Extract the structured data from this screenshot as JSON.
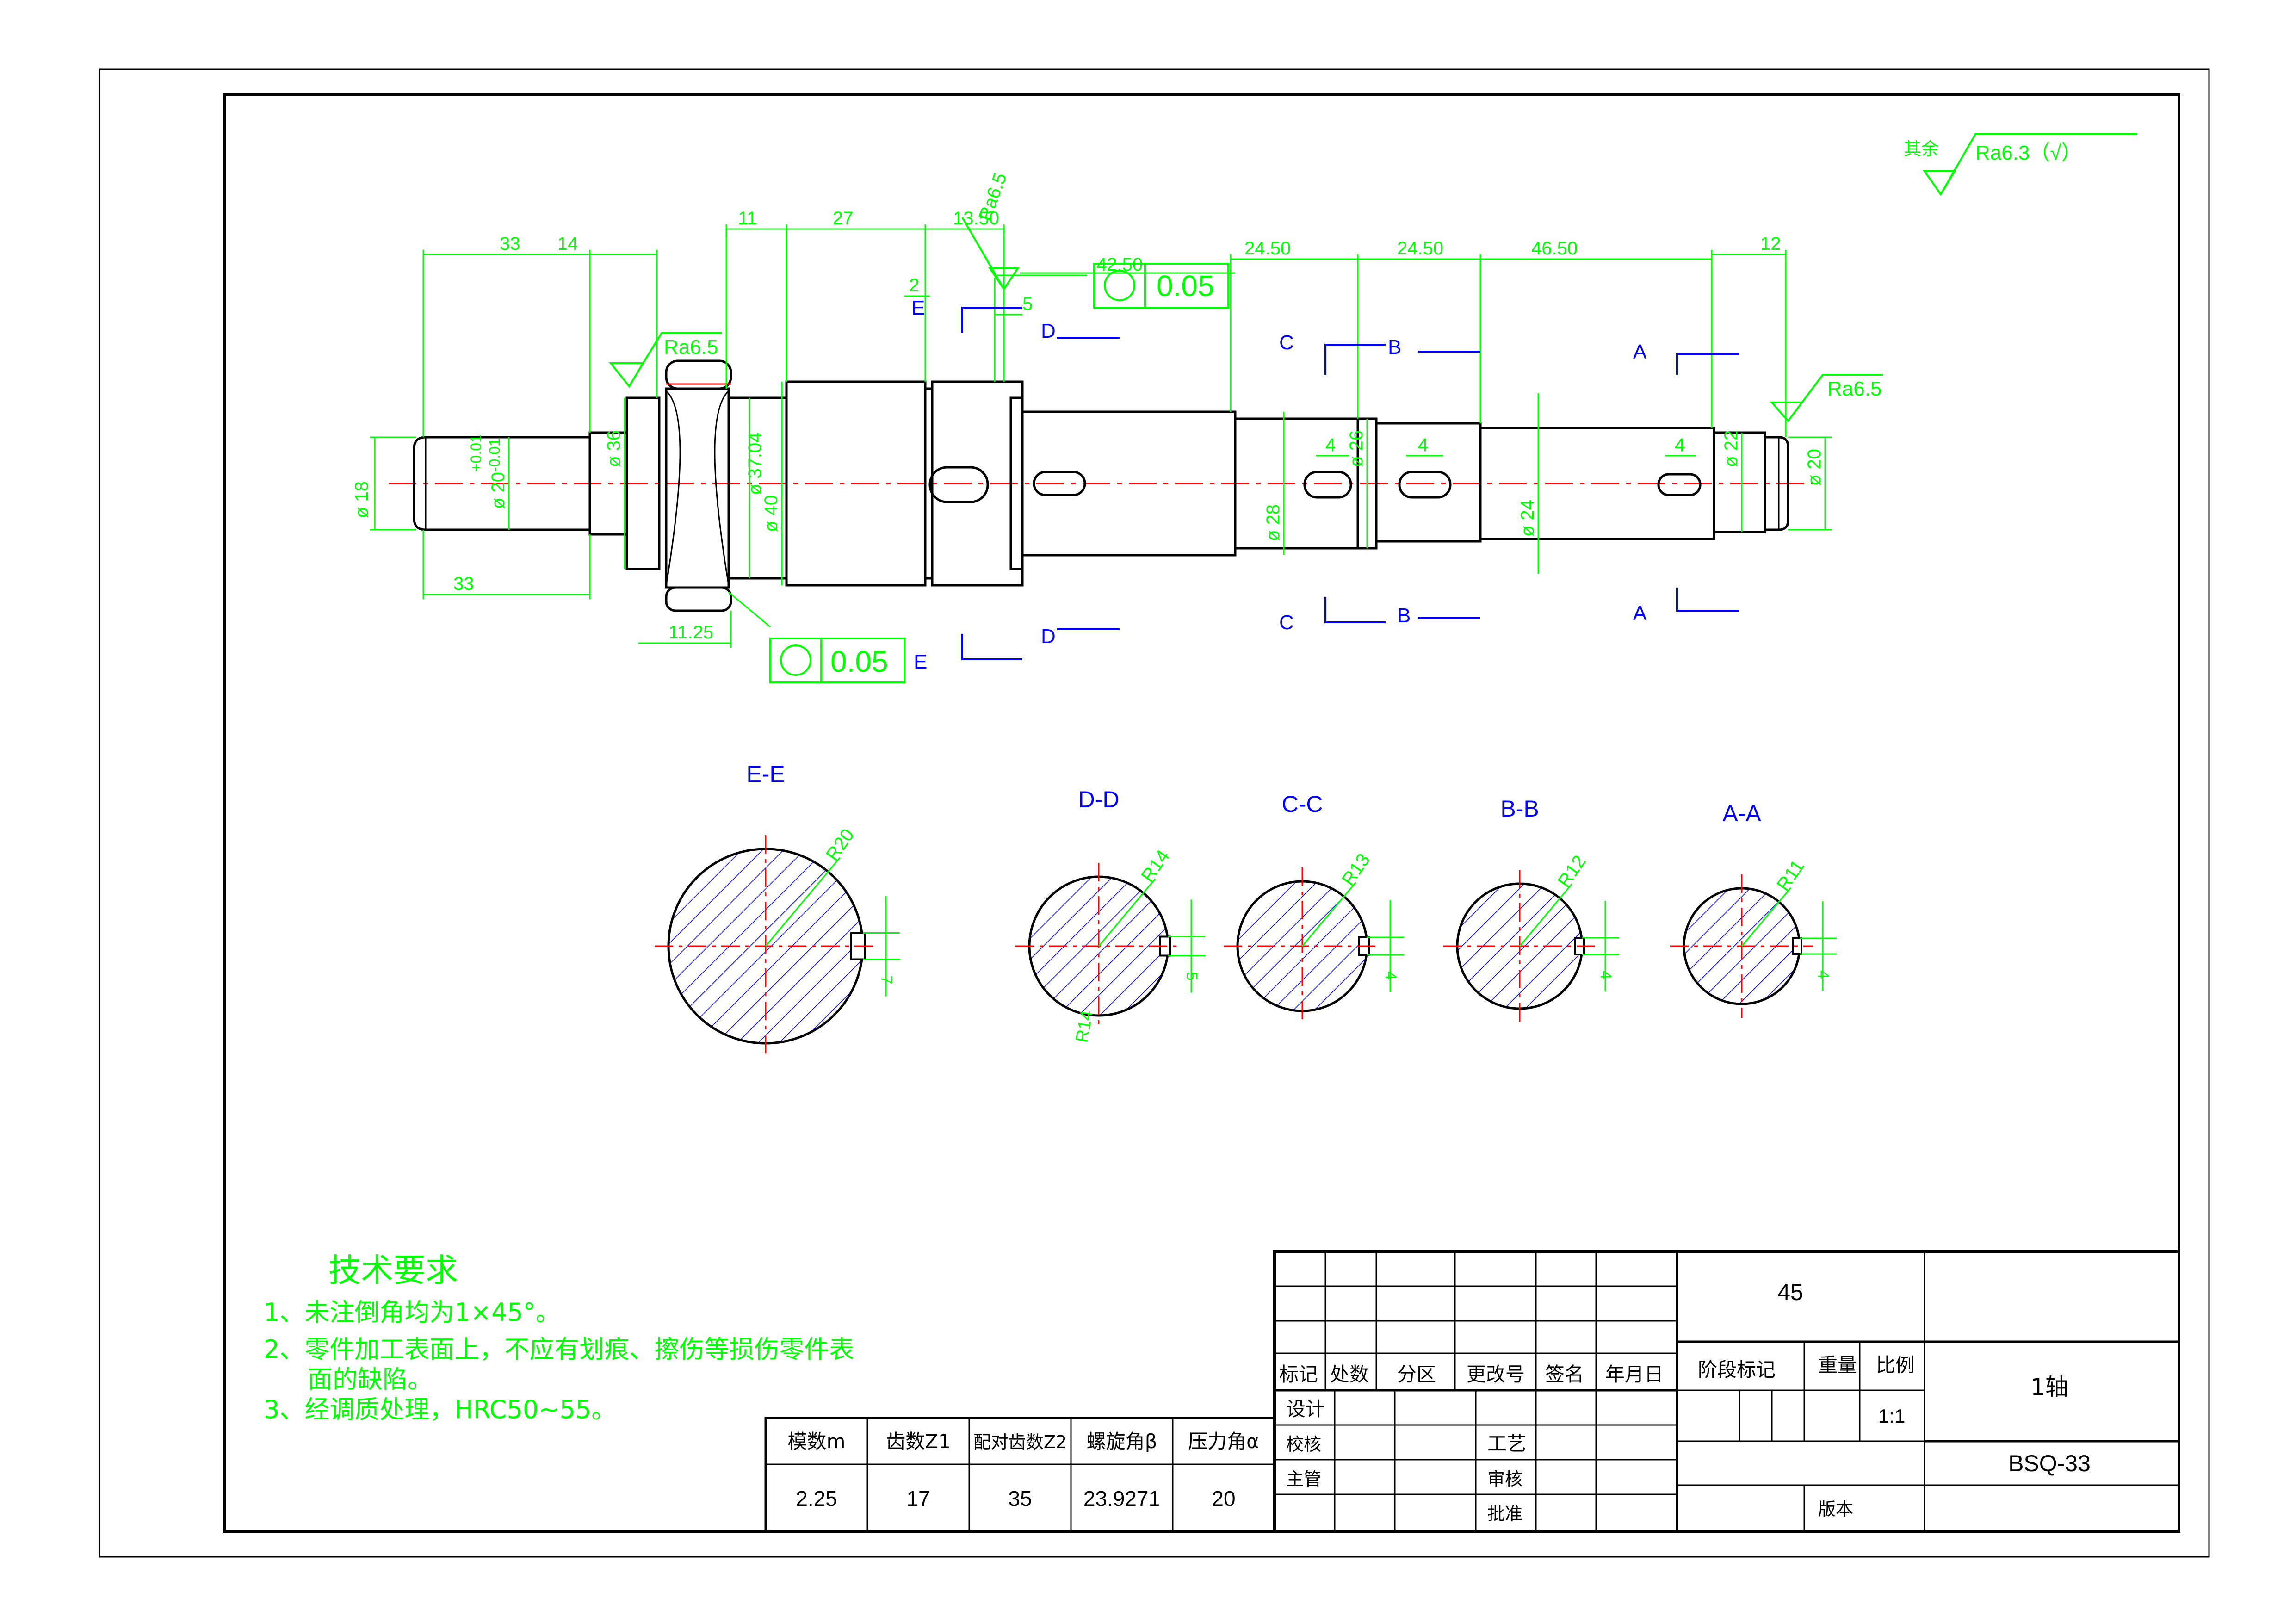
{
  "colors": {
    "outline": "#000000",
    "dimension": "#00ff00",
    "section": "#0000ff",
    "centerline": "#ff0000",
    "hatch": "#0000ff"
  },
  "surface_finish": {
    "general_label": "其余",
    "general_value": "Ra6.3（√）",
    "left_value": "Ra6.5",
    "right_value": "Ra6.5",
    "center_value": "Ra6.5"
  },
  "tolerance_frames": [
    {
      "symbol": "circularity-icon",
      "value": "0.05",
      "datum": "E"
    },
    {
      "symbol": "circularity-icon",
      "value": "0.05",
      "datum": ""
    }
  ],
  "dimensions": {
    "top": [
      "33",
      "14",
      "11",
      "27",
      "13.50",
      "42.50",
      "24.50",
      "24.50",
      "46.50",
      "12"
    ],
    "small": [
      "2",
      "5"
    ],
    "bottom_left_len": "33",
    "gear_offset": "11.25",
    "diameters": [
      "ø 18",
      "ø 20",
      "+0.01",
      "-0.01",
      "ø 36",
      "ø 37.04",
      "ø 40",
      "ø 28",
      "ø 26",
      "ø 24",
      "ø 22",
      "ø 20"
    ],
    "key_widths": [
      "4",
      "4",
      "4"
    ]
  },
  "section_marks": [
    "E",
    "D",
    "C",
    "B",
    "A"
  ],
  "sections": [
    {
      "title": "E-E",
      "radius_label": "R20",
      "key": "7"
    },
    {
      "title": "D-D",
      "radius_label": "R14",
      "key": "5",
      "extra": "R14"
    },
    {
      "title": "C-C",
      "radius_label": "R13",
      "key": "4"
    },
    {
      "title": "B-B",
      "radius_label": "R12",
      "key": "4"
    },
    {
      "title": "A-A",
      "radius_label": "R11",
      "key": "4"
    }
  ],
  "tech_requirements": {
    "heading": "技术要求",
    "items": [
      "1、未注倒角均为1×45°。",
      "2、零件加工表面上，不应有划痕、擦伤等损伤零件表",
      "面的缺陷。",
      "3、经调质处理，HRC50~55。"
    ]
  },
  "gear_params": {
    "headers": [
      "模数m",
      "齿数Z1",
      "配对齿数Z2",
      "螺旋角β",
      "压力角α"
    ],
    "values": [
      "2.25",
      "17",
      "35",
      "23.9271",
      "20"
    ]
  },
  "title_block": {
    "material": "45",
    "part_name": "1轴",
    "drawing_no": "BSQ-33",
    "row_labels": [
      "标记",
      "处数",
      "分区",
      "更改号",
      "签名",
      "年月日"
    ],
    "stage_label": "阶段标记",
    "weight_label": "重量",
    "scale_label": "比例",
    "scale_value": "1:1",
    "design": "设计",
    "check": "校核",
    "supervisor": "主管",
    "process": "工艺",
    "review": "审核",
    "approve": "批准",
    "version": "版本"
  }
}
